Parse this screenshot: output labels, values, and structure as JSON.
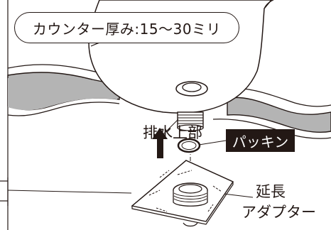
{
  "title_callout": "カウンター厚み:15〜30ミリ",
  "labels": {
    "drain_top": "排水上部",
    "packing": "パッキン",
    "extension_line1": "延長",
    "extension_line2": "アダプター"
  },
  "colors": {
    "ink": "#231815",
    "counter_fill": "#b4b4b4",
    "background": "#ffffff"
  }
}
